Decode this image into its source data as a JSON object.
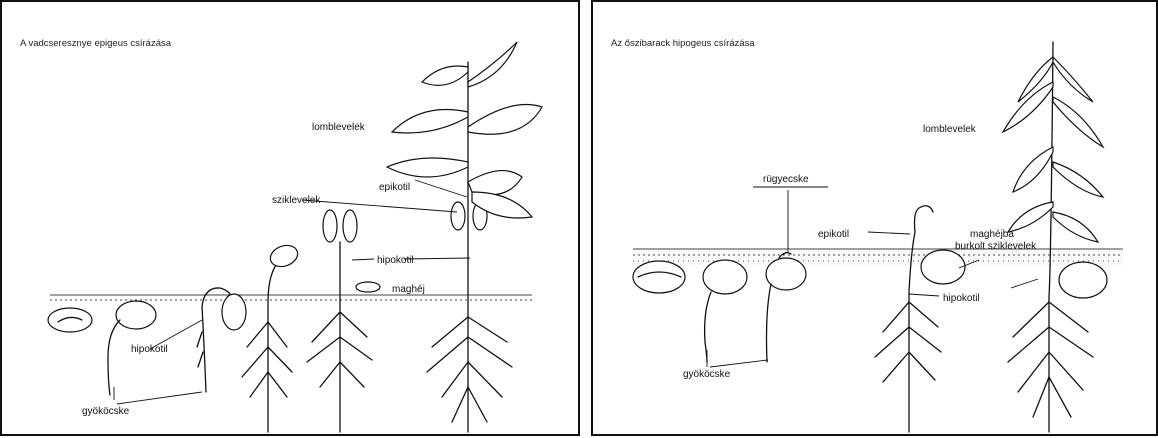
{
  "left_panel": {
    "title": "A vadcseresznye epigeus csírázása",
    "labels": {
      "lomblevelek": "lomblevelek",
      "epikotil": "epikotil",
      "sziklevelek": "sziklevelek",
      "hipokotil_upper": "hipokotil",
      "maghej": "maghéj",
      "hipokotil_lower": "hipokotil",
      "gyokocske": "gyököcske"
    }
  },
  "right_panel": {
    "title": "Az őszibarack hipogeus csírázása",
    "labels": {
      "lomblevelek": "lomblevelek",
      "rugyecske": "rügyecske",
      "epikotil": "epikotil",
      "maghejba_line1": "maghéjba",
      "maghejba_line2": "burkolt sziklevelek",
      "hipokotil": "hipokotil",
      "gyokocske": "gyököcske"
    }
  }
}
